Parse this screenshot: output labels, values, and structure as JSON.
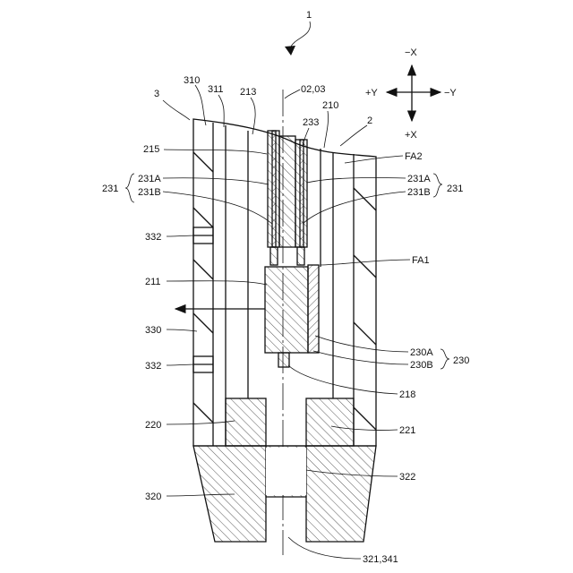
{
  "figure_number": "1",
  "axes": {
    "neg_x": "−X",
    "pos_x": "+X",
    "pos_y": "+Y",
    "neg_y": "−Y"
  },
  "labels": {
    "l_02_03": "02,03",
    "l_310": "310",
    "l_311": "311",
    "l_213": "213",
    "l_3": "3",
    "l_233": "233",
    "l_210": "210",
    "l_2": "2",
    "l_215": "215",
    "l_fa2": "FA2",
    "l_231_left": "231",
    "l_231a_left": "231A",
    "l_231b_left": "231B",
    "l_231a_right": "231A",
    "l_231b_right": "231B",
    "l_231_right": "231",
    "l_332_top": "332",
    "l_fa1": "FA1",
    "l_211": "211",
    "l_330": "330",
    "l_230a": "230A",
    "l_230b": "230B",
    "l_230": "230",
    "l_332_bottom": "332",
    "l_218": "218",
    "l_220": "220",
    "l_221": "221",
    "l_322": "322",
    "l_320": "320",
    "l_321_341": "321,341"
  }
}
